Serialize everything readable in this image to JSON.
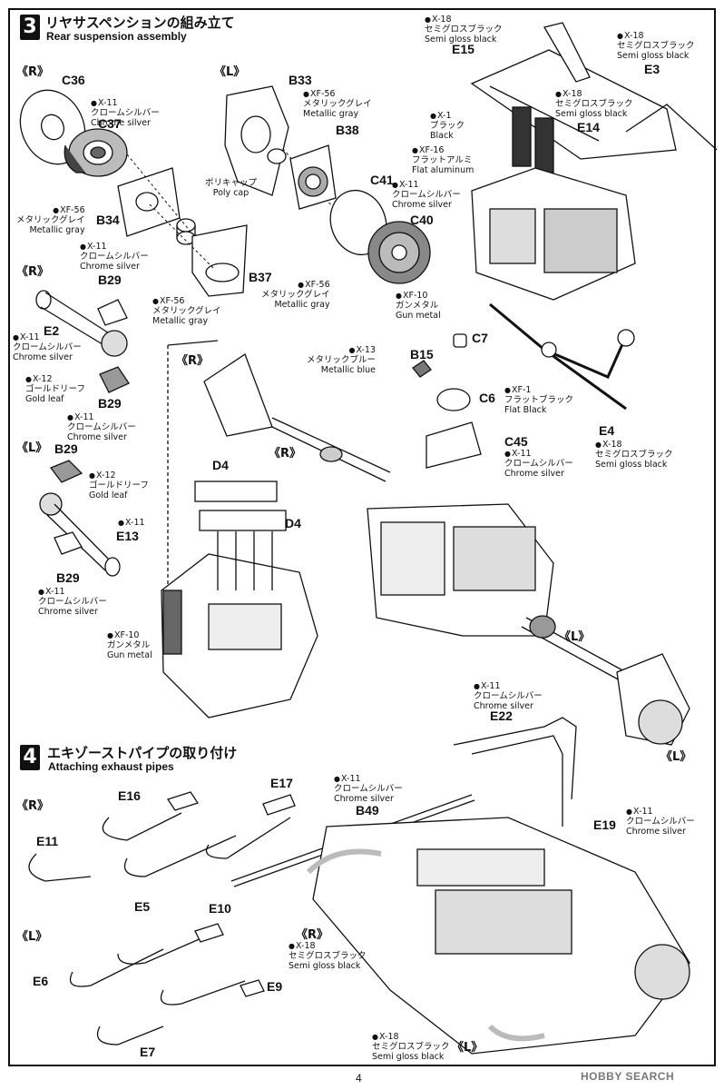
{
  "step3": {
    "number": "3",
    "title_jp": "リヤサスペンションの組み立て",
    "title_en": "Rear suspension assembly"
  },
  "step4": {
    "number": "4",
    "title_jp": "エキゾーストパイプの取り付け",
    "title_en": "Attaching exhaust pipes"
  },
  "sides": {
    "R": "《R》",
    "L": "《L》"
  },
  "parts": {
    "C36": "C36",
    "C37": "C37",
    "B34": "B34",
    "B33": "B33",
    "B38": "B38",
    "B37": "B37",
    "C41": "C41",
    "C40": "C40",
    "E15": "E15",
    "E3": "E3",
    "E14": "E14",
    "B29": "B29",
    "E2": "E2",
    "E13": "E13",
    "D4": "D4",
    "B15": "B15",
    "C7": "C7",
    "C6": "C6",
    "C45": "C45",
    "E4": "E4",
    "E22": "E22",
    "E17": "E17",
    "E16": "E16",
    "E11": "E11",
    "E5": "E5",
    "E10": "E10",
    "E6": "E6",
    "E9": "E9",
    "E7": "E7",
    "B49": "B49",
    "E19": "E19"
  },
  "paints": {
    "x11": {
      "code": "X-11",
      "jp": "クロームシルバー",
      "en": "Chrome silver"
    },
    "x12": {
      "code": "X-12",
      "jp": "ゴールドリーフ",
      "en": "Gold leaf"
    },
    "x1": {
      "code": "X-1",
      "jp": "ブラック",
      "en": "Black"
    },
    "x13": {
      "code": "X-13",
      "jp": "メタリックブルー",
      "en": "Metallic blue"
    },
    "x18": {
      "code": "X-18",
      "jp": "セミグロスブラック",
      "en": "Semi gloss black"
    },
    "xf56": {
      "code": "XF-56",
      "jp": "メタリックグレイ",
      "en": "Metallic gray"
    },
    "xf10": {
      "code": "XF-10",
      "jp": "ガンメタル",
      "en": "Gun metal"
    },
    "xf16": {
      "code": "XF-16",
      "jp": "フラットアルミ",
      "en": "Flat aluminum"
    },
    "xf1": {
      "code": "XF-1",
      "jp": "フラットブラック",
      "en": "Flat Black"
    }
  },
  "polycap": {
    "jp": "ポリキャップ",
    "en": "Poly cap"
  },
  "page_number": "4",
  "watermark": "HOBBY SEARCH"
}
